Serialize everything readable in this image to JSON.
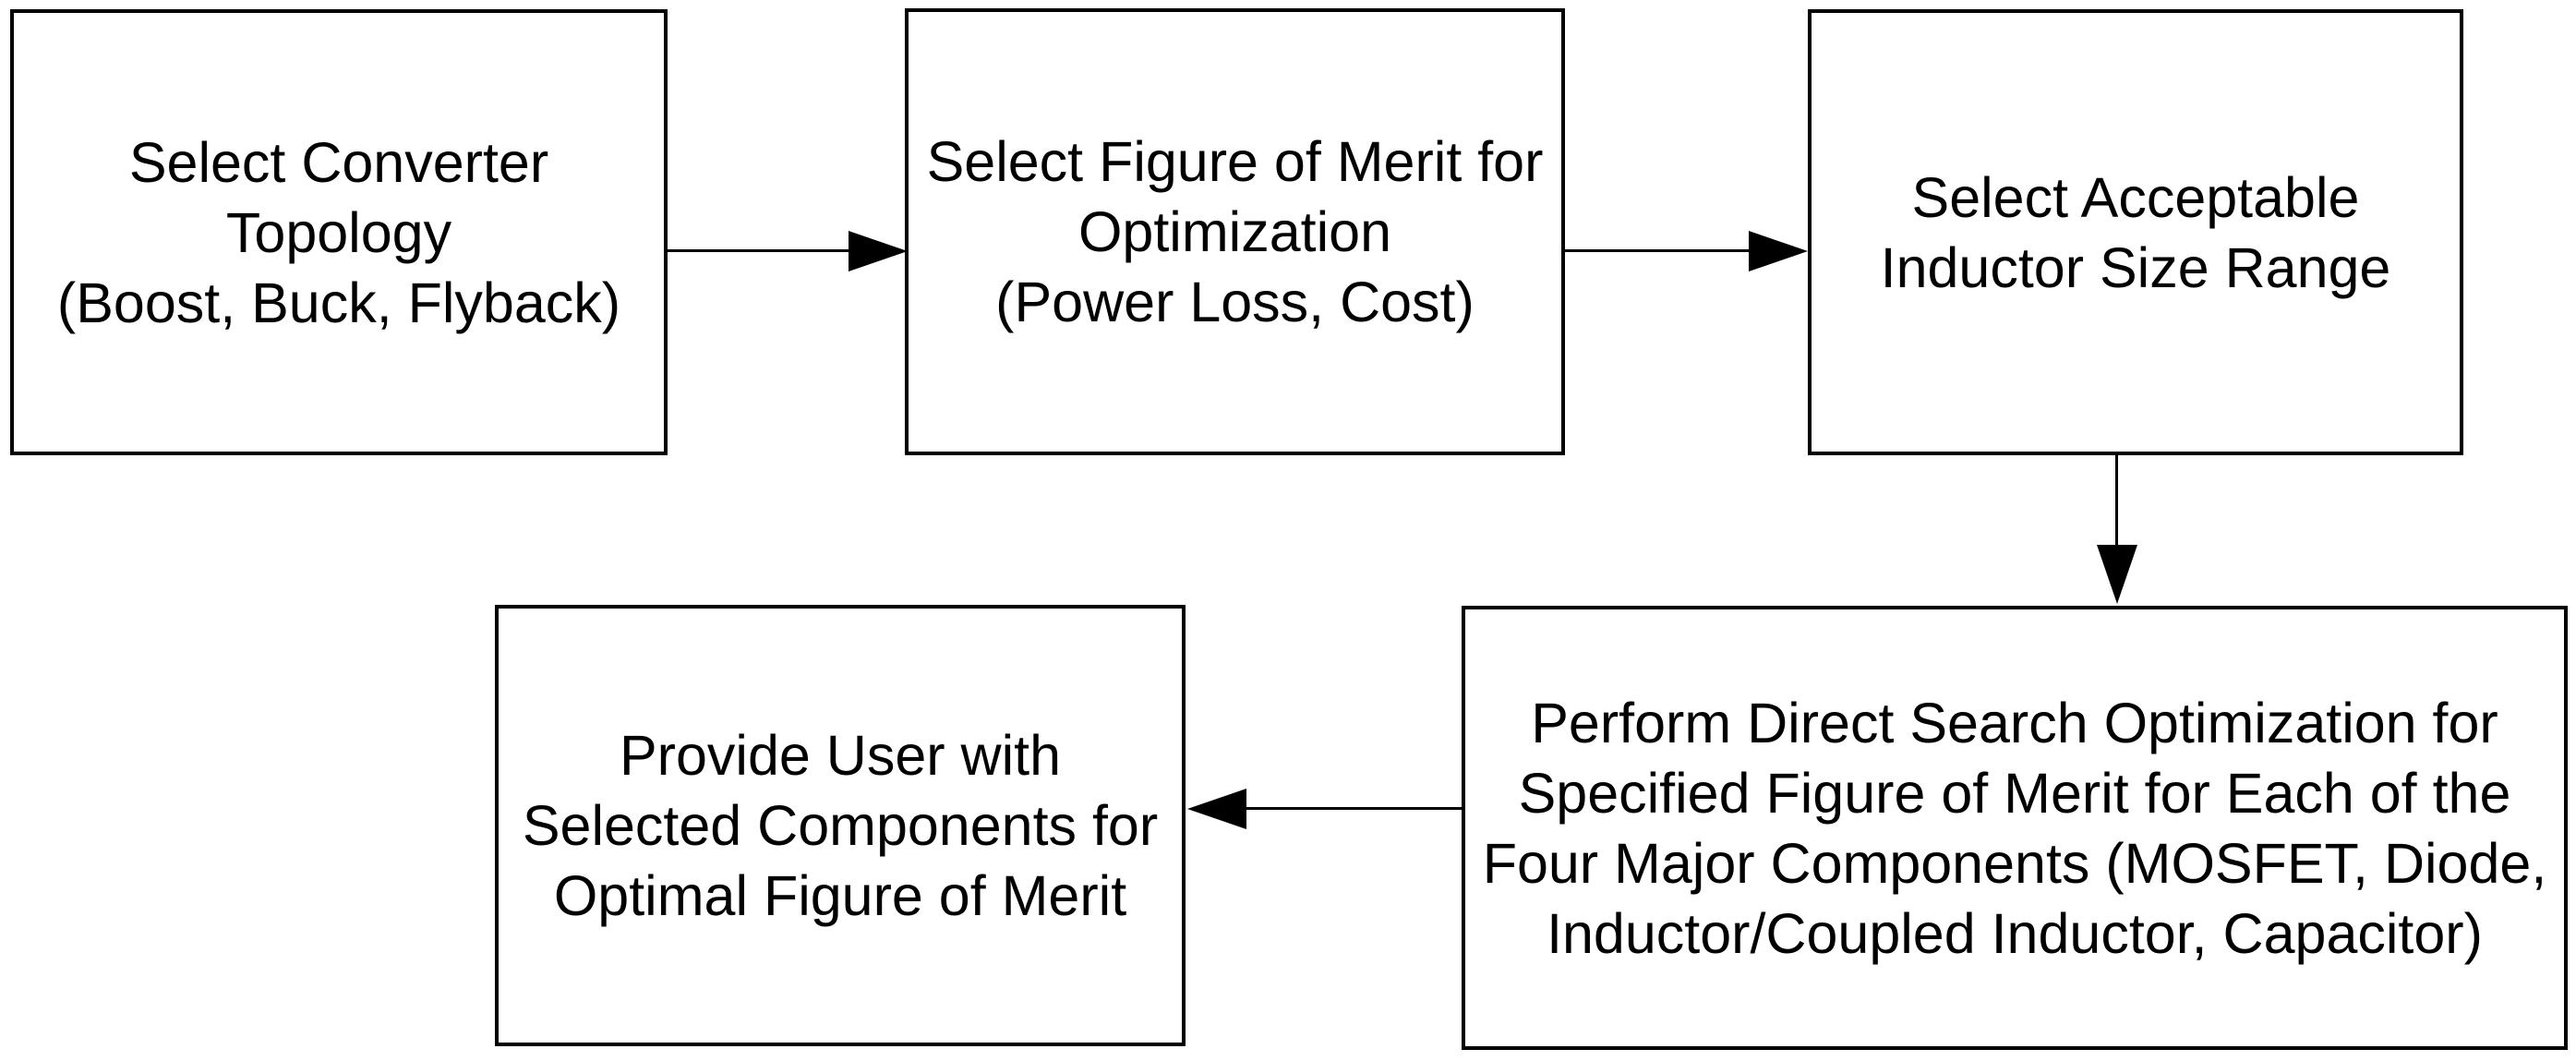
{
  "flowchart": {
    "colors": {
      "background": "#ffffff",
      "box_fill": "#ffffff",
      "box_border": "#000000",
      "text": "#000000",
      "arrow": "#000000"
    },
    "boxes": [
      {
        "id": "select-topology",
        "lines": [
          "Select Converter",
          "Topology",
          "(Boost, Buck, Flyback)"
        ]
      },
      {
        "id": "select-figure-of-merit",
        "lines": [
          "Select Figure of Merit for",
          "Optimization",
          "(Power Loss, Cost)"
        ]
      },
      {
        "id": "select-inductor-size-range",
        "lines": [
          "Select Acceptable",
          "Inductor Size Range"
        ]
      },
      {
        "id": "perform-direct-search",
        "lines": [
          "Perform Direct Search Optimization for",
          "Specified Figure of Merit for Each of the",
          "Four Major Components (MOSFET, Diode,",
          "Inductor/Coupled Inductor, Capacitor)"
        ]
      },
      {
        "id": "provide-user",
        "lines": [
          "Provide User with",
          "Selected Components for",
          "Optimal Figure of Merit"
        ]
      }
    ],
    "arrows": [
      {
        "from": "select-topology",
        "to": "select-figure-of-merit",
        "direction": "right"
      },
      {
        "from": "select-figure-of-merit",
        "to": "select-inductor-size-range",
        "direction": "right"
      },
      {
        "from": "select-inductor-size-range",
        "to": "perform-direct-search",
        "direction": "down"
      },
      {
        "from": "perform-direct-search",
        "to": "provide-user",
        "direction": "left"
      }
    ]
  }
}
